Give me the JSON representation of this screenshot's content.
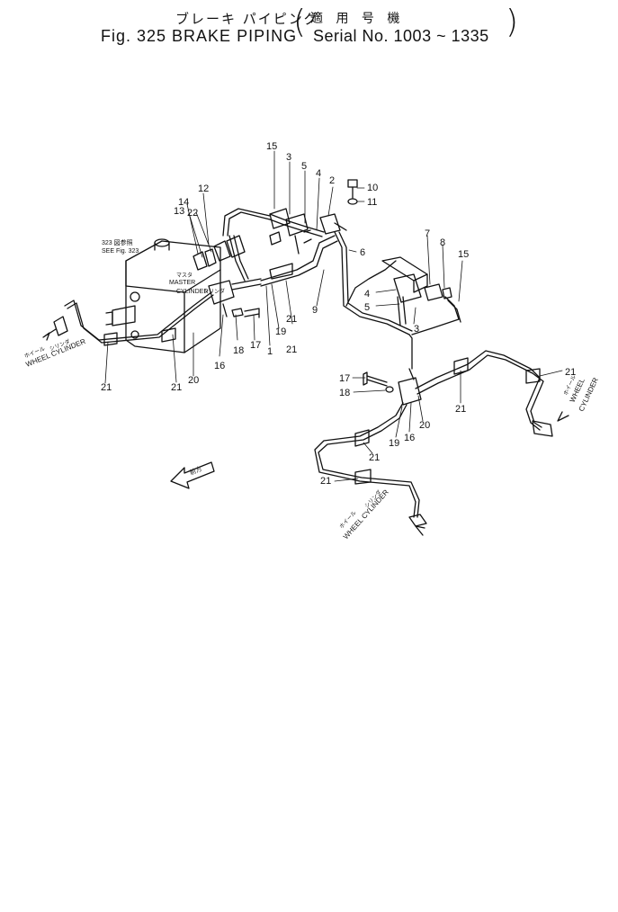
{
  "header": {
    "title_jp": "ブレーキ パイピング",
    "applicable_jp": "適 用 号 機",
    "title": "Fig. 325  BRAKE  PIPING",
    "serial": "Serial No. 1003 ~ 1335"
  },
  "diagram": {
    "ref_jp": "323 図参照",
    "ref_en": "SEE Fig. 323",
    "master_jp": "マスタ",
    "master_label": "MASTER",
    "cylinder_label": "CYLINDER",
    "cylinder_jp": "シリンダ",
    "front_jp": "前方",
    "wheel_cylinder": "WHEEL CYLINDER",
    "wheel": "WHEEL",
    "cylinder": "CYLINDER",
    "wheel_jp": "ホイール",
    "cyl_jp": "シリンダ",
    "callouts": {
      "c15a": "15",
      "c3a": "3",
      "c5a": "5",
      "c4a": "4",
      "c2": "2",
      "c10": "10",
      "c11": "11",
      "c12": "12",
      "c14": "14",
      "c13": "13",
      "c22": "22",
      "c6": "6",
      "c9": "9",
      "c7": "7",
      "c8": "8",
      "c15b": "15",
      "c4b": "4",
      "c5b": "5",
      "c3b": "3",
      "c1": "1",
      "c21a": "21",
      "c19a": "19",
      "c21b": "21",
      "c21c": "21",
      "c21d": "21",
      "c20a": "20",
      "c16a": "16",
      "c18a": "18",
      "c17a": "17",
      "c17b": "17",
      "c18b": "18",
      "c19b": "19",
      "c16b": "16",
      "c20b": "20",
      "c21e": "21",
      "c21f": "21",
      "c21g": "21",
      "c21h": "21"
    }
  }
}
